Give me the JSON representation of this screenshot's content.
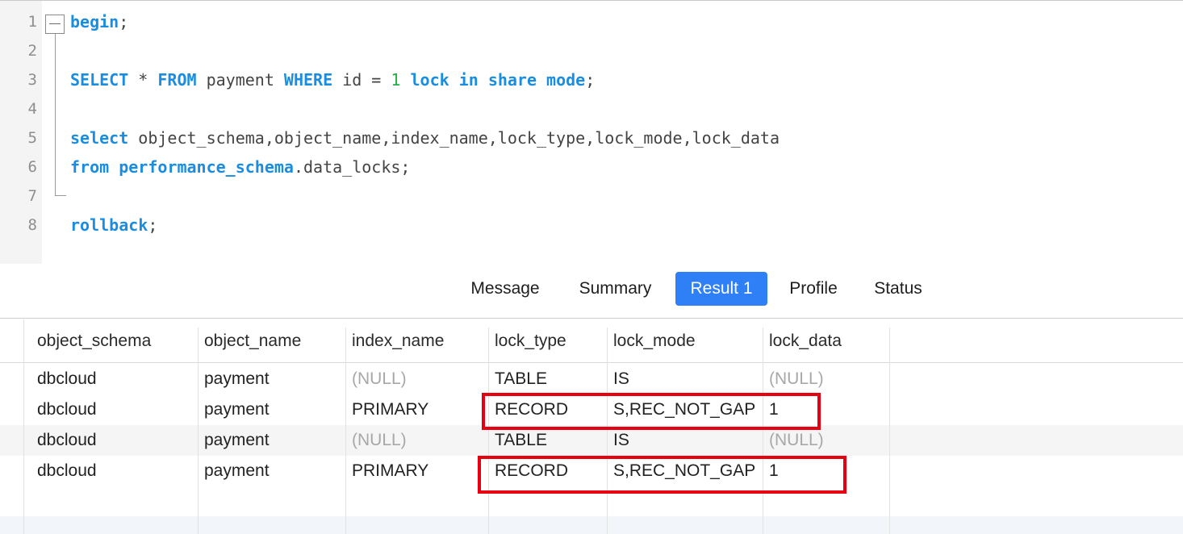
{
  "editor": {
    "line_numbers": [
      "1",
      "2",
      "3",
      "4",
      "5",
      "6",
      "7",
      "8"
    ],
    "lines": [
      [
        {
          "t": "begin",
          "c": "kw"
        },
        {
          "t": ";",
          "c": "plain"
        }
      ],
      [],
      [
        {
          "t": "SELECT",
          "c": "kw"
        },
        {
          "t": " * ",
          "c": "plain"
        },
        {
          "t": "FROM",
          "c": "kw"
        },
        {
          "t": " payment ",
          "c": "plain"
        },
        {
          "t": "WHERE",
          "c": "kw"
        },
        {
          "t": " id = ",
          "c": "plain"
        },
        {
          "t": "1",
          "c": "num"
        },
        {
          "t": " ",
          "c": "plain"
        },
        {
          "t": "lock in share mode",
          "c": "kw"
        },
        {
          "t": ";",
          "c": "plain"
        }
      ],
      [],
      [
        {
          "t": "select",
          "c": "kw"
        },
        {
          "t": " object_schema,object_name,index_name,lock_type,lock_mode,lock_data",
          "c": "plain"
        }
      ],
      [
        {
          "t": "from",
          "c": "kw"
        },
        {
          "t": " ",
          "c": "plain"
        },
        {
          "t": "performance_schema",
          "c": "kw"
        },
        {
          "t": ".data_locks;",
          "c": "plain"
        }
      ],
      [],
      [
        {
          "t": "rollback",
          "c": "kw"
        },
        {
          "t": ";",
          "c": "plain"
        }
      ]
    ]
  },
  "tabs": [
    {
      "label": "Message",
      "active": false
    },
    {
      "label": "Summary",
      "active": false
    },
    {
      "label": "Result 1",
      "active": true
    },
    {
      "label": "Profile",
      "active": false
    },
    {
      "label": "Status",
      "active": false
    }
  ],
  "result": {
    "columns": [
      "object_schema",
      "object_name",
      "index_name",
      "lock_type",
      "lock_mode",
      "lock_data"
    ],
    "rows": [
      [
        "dbcloud",
        "payment",
        "(NULL)",
        "TABLE",
        "IS",
        "(NULL)"
      ],
      [
        "dbcloud",
        "payment",
        "PRIMARY",
        "RECORD",
        "S,REC_NOT_GAP",
        "1"
      ],
      [
        "dbcloud",
        "payment",
        "(NULL)",
        "TABLE",
        "IS",
        "(NULL)"
      ],
      [
        "dbcloud",
        "payment",
        "PRIMARY",
        "RECORD",
        "S,REC_NOT_GAP",
        "1"
      ]
    ],
    "highlight_color": "#e60012"
  },
  "colors": {
    "keyword": "#1a8de0",
    "number": "#22b04a",
    "active_tab": "#2f7ff6"
  }
}
